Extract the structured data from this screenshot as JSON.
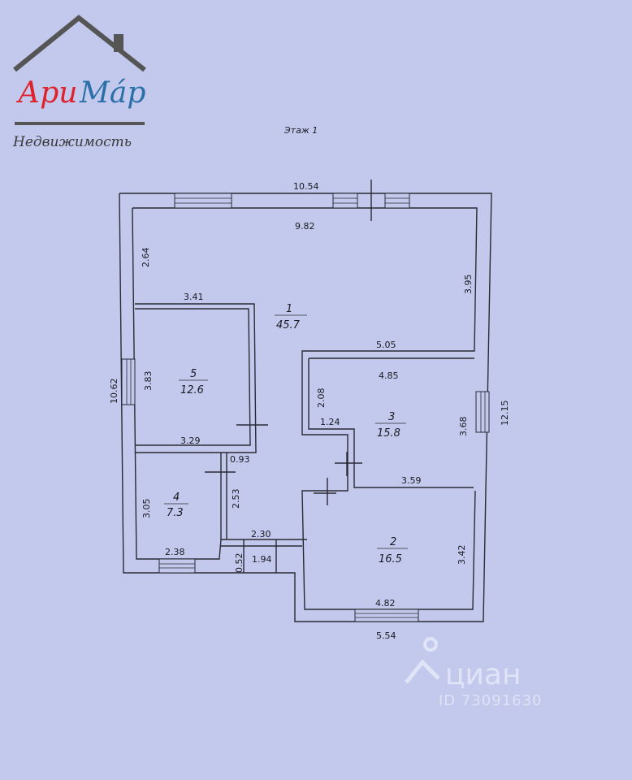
{
  "logo": {
    "name_part1": "Ари",
    "name_part2": "Ма́р",
    "subtitle": "Недвижимость"
  },
  "plan": {
    "floor_title": "Этаж 1",
    "rooms": [
      {
        "number": "1",
        "area": "45.7"
      },
      {
        "number": "2",
        "area": "16.5"
      },
      {
        "number": "3",
        "area": "15.8"
      },
      {
        "number": "4",
        "area": "7.3"
      },
      {
        "number": "5",
        "area": "12.6"
      }
    ],
    "dimensions": {
      "top_outer": "10.54",
      "top_inner": "9.82",
      "left_outer": "10.62",
      "right_outer": "12.15",
      "room1_left": "2.64",
      "room1_right": "3.95",
      "room5_top": "3.41",
      "room5_left": "3.83",
      "room5_bottom": "3.29",
      "room3_top_outer": "5.05",
      "room3_top": "4.85",
      "room3_left": "2.08",
      "room3_notch": "1.24",
      "room3_right": "3.68",
      "room3_bottom": "3.59",
      "room4_left": "3.05",
      "room4_bottom": "2.38",
      "room4_right": "2.53",
      "corridor_small": "0.93",
      "corridor_top": "2.30",
      "corridor_bottom": "1.94",
      "corridor_depth": "0.52",
      "room2_right": "3.42",
      "room2_bottom": "4.82",
      "bottom_outer": "5.54"
    }
  },
  "watermark": {
    "brand": "циан",
    "id_text": "ID 73091630",
    "icon": "cian-logo-icon"
  },
  "colors": {
    "paper": "#c2c9ec",
    "lines": "#2a2a33",
    "logo_red": "#e0202a",
    "logo_blue": "#2a6fa8"
  }
}
